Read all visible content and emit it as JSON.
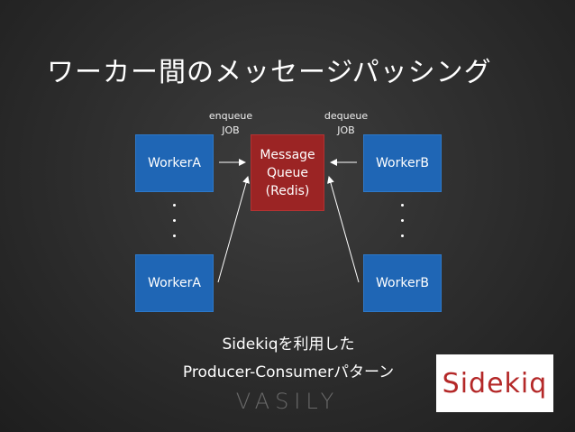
{
  "title": "ワーカー間のメッセージパッシング",
  "diagram": {
    "workers_left": [
      "WorkerA",
      "WorkerA"
    ],
    "workers_right": [
      "WorkerB",
      "WorkerB"
    ],
    "queue_lines": [
      "Message",
      "Queue",
      "(Redis)"
    ],
    "enqueue_lines": [
      "enqueue",
      "JOB"
    ],
    "dequeue_lines": [
      "dequeue",
      "JOB"
    ]
  },
  "caption": {
    "line1": "Sidekiqを利用した",
    "line2": "Producer-Consumerパターン"
  },
  "logo_text": "Sidekiq",
  "brand_text": "VASILY",
  "colors": {
    "worker": "#1f66b5",
    "queue": "#9b2424",
    "logo_text": "#b42828"
  }
}
